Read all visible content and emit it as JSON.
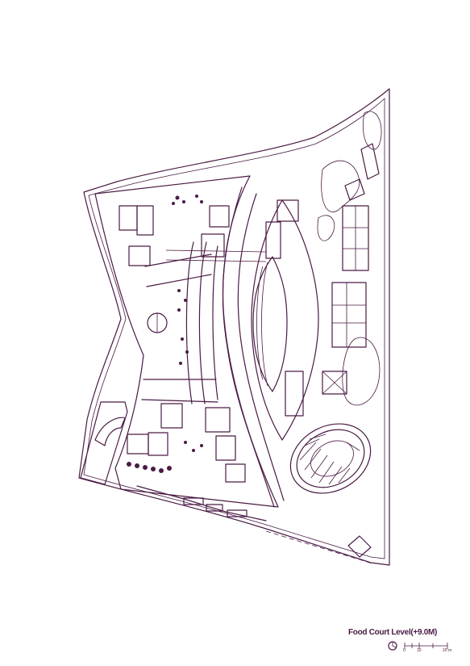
{
  "plan": {
    "title": "Food Court Level(+9.0M)",
    "scale_ticks": [
      "0",
      "10",
      "20 m"
    ],
    "colors": {
      "ink": "#4a1a44",
      "background": "#ffffff"
    },
    "north_icon": "north-arrow-icon"
  }
}
